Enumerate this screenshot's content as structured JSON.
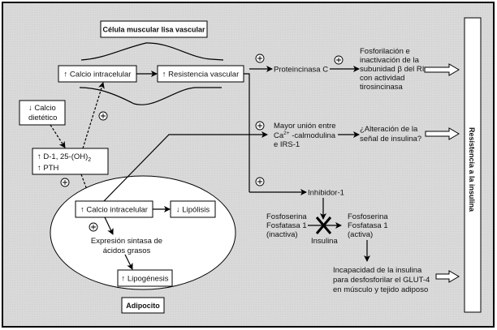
{
  "diagram": {
    "vascular_title": "Célula muscular lisa vascular",
    "vascular_calcio": "↑ Calcio intracelular",
    "vascular_resistencia": "↑ Resistencia vascular",
    "calcio_dietetico": [
      "↓ Calcio",
      "dietético"
    ],
    "hormonas": {
      "d1": "↑ D-1, 25-(OH)",
      "d1_sub": "2",
      "pth": "↑ PTH"
    },
    "adipocito_calcio": "↑ Calcio intracelular",
    "lipolisis": "↓ Lipólisis",
    "expresion": [
      "Expresión sintasa de",
      "ácidos grasos"
    ],
    "lipogenesis": "↑ Lipogénesis",
    "adipocito_title": "Adipocito",
    "proteincinasa": "Proteincinasa C",
    "fosforilacion": [
      "Fosforilación e",
      "inactivación de la",
      "subunidad β del RI",
      "con actividad",
      "tirosincinasa"
    ],
    "mayor_union": {
      "line1": "Mayor unión entre",
      "ca": "Ca",
      "ca_sup": "2+",
      "line2_rest": " -calmodulina",
      "line3": "e IRS-1"
    },
    "alteracion": [
      "¿Alteración de la",
      "señal de insulina?"
    ],
    "inhibidor": "Inhibidor-1",
    "fosfoserina_inactiva": [
      "Fosfoserina",
      "Fosfatasa 1",
      "(inactiva)"
    ],
    "fosfoserina_activa": [
      "Fosfoserina",
      "Fosfatasa 1",
      "(activa)"
    ],
    "insulina": "Insulina",
    "incapacidad": [
      "Incapacidad de la insulina",
      "para desfosforilar el GLUT-4",
      "en músculo y tejido adiposo"
    ],
    "resistencia_insulina": "Resistencia a la insulina",
    "plus_sign": "+"
  }
}
